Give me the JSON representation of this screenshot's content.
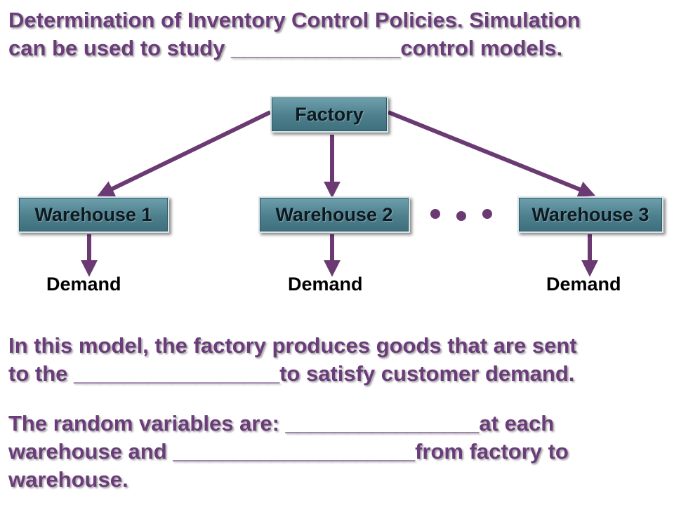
{
  "title": {
    "line1": "Determination of Inventory Control Policies.  Simulation",
    "line2": "can be used to study ______________control  models."
  },
  "diagram": {
    "factory": "Factory",
    "warehouses": [
      "Warehouse 1",
      "Warehouse 2",
      "Warehouse 3"
    ],
    "demand_labels": [
      "Demand",
      "Demand",
      "Demand"
    ],
    "arrow_color": "#6b3a73",
    "node_color": "#5b8c99"
  },
  "paragraph1": {
    "line1": "In this model, the factory produces goods that are sent",
    "line2": "to the _________________to satisfy customer demand."
  },
  "paragraph2": {
    "line1": "The random variables are:  ________________at each",
    "line2": "warehouse and ____________________from factory to",
    "line3": "warehouse."
  },
  "colors": {
    "text_purple": "#6a3c7a",
    "background": "#ffffff"
  }
}
